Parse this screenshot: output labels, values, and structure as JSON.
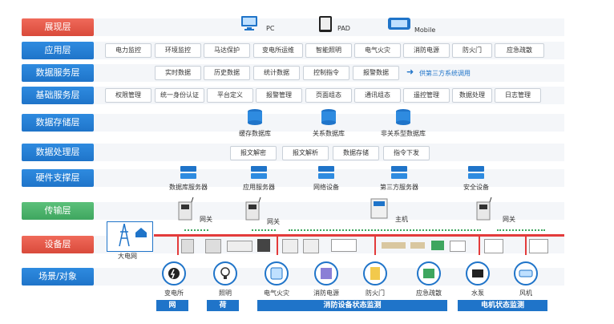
{
  "layers": [
    {
      "label": "展现层",
      "color": "red"
    },
    {
      "label": "应用层",
      "color": "blue"
    },
    {
      "label": "数据服务层",
      "color": "blue"
    },
    {
      "label": "基础服务层",
      "color": "blue"
    },
    {
      "label": "数据存储层",
      "color": "blue"
    },
    {
      "label": "数据处理层",
      "color": "blue"
    },
    {
      "label": "硬件支撑层",
      "color": "blue"
    },
    {
      "label": "传输层",
      "color": "green"
    },
    {
      "label": "设备层",
      "color": "red"
    },
    {
      "label": "场景/对象",
      "color": "blue"
    }
  ],
  "presentation": [
    "PC",
    "PAD",
    "Mobile"
  ],
  "applications": [
    "电力监控",
    "环境监控",
    "马达保护",
    "变电所运维",
    "智能照明",
    "电气火灾",
    "消防电源",
    "防火门",
    "应急疏散"
  ],
  "data_services": [
    "实时数据",
    "历史数据",
    "统计数据",
    "控制指令",
    "报警数据"
  ],
  "data_services_note": "供第三方系统调用",
  "base_services": [
    "权限管理",
    "统一身份认证",
    "平台定义",
    "报警管理",
    "页面组态",
    "通讯组态",
    "遥控管理",
    "数据处理",
    "日志管理"
  ],
  "storage": [
    "缓存数据库",
    "关系数据库",
    "非关系型数据库"
  ],
  "processing": [
    "报文解密",
    "报文解析",
    "数据存储",
    "指令下发"
  ],
  "hardware": [
    "数据库服务器",
    "应用服务器",
    "网络设备",
    "第三方服务器",
    "安全设备"
  ],
  "transport": {
    "gateway": "网关",
    "host": "主机"
  },
  "grid": "大电网",
  "scenes": [
    "变电所",
    "照明",
    "电气火灾",
    "消防电源",
    "防火门",
    "应急疏散",
    "水泵",
    "风机"
  ],
  "groups": [
    "网",
    "荷",
    "消防设备状态监测",
    "电机状态监测"
  ]
}
